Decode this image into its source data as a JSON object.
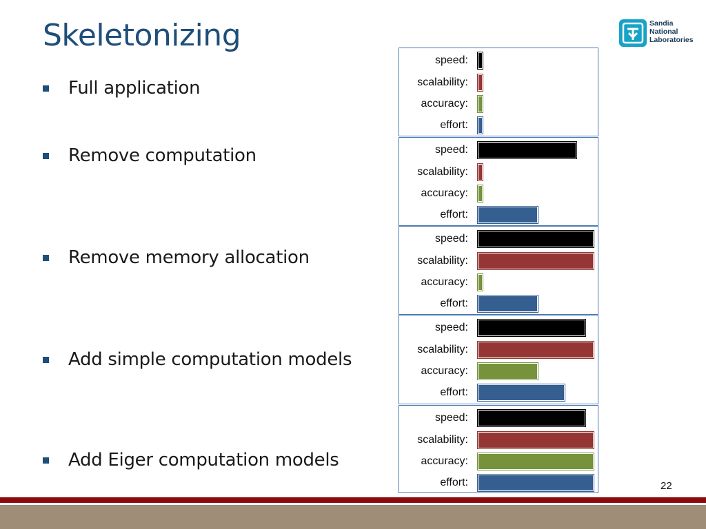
{
  "slide": {
    "title": "Skeletonizing",
    "page_number": "22",
    "logo": {
      "line1": "Sandia",
      "line2": "National",
      "line3": "Laboratories",
      "icon": "sandia-thunderbird-icon"
    },
    "bullets": [
      "Full application",
      "Remove computation",
      "Remove memory allocation",
      "Add simple computation models",
      "Add Eiger computation models"
    ],
    "colors": {
      "speed": "#000000",
      "scalability": "#943634",
      "accuracy": "#76923c",
      "effort": "#365f91",
      "title": "#1f4e79",
      "footer_band": "#8b0a0a",
      "footer": "#a08d78"
    }
  },
  "chart_data": [
    {
      "type": "bar",
      "orientation": "horizontal",
      "categories": [
        "speed:",
        "scalability:",
        "accuracy:",
        "effort:"
      ],
      "values": [
        0.04,
        0.04,
        0.04,
        0.04
      ],
      "xlim": [
        0,
        1
      ],
      "grid": false
    },
    {
      "type": "bar",
      "orientation": "horizontal",
      "categories": [
        "speed:",
        "scalability:",
        "accuracy:",
        "effort:"
      ],
      "values": [
        0.85,
        0.04,
        0.04,
        0.52
      ],
      "xlim": [
        0,
        1
      ],
      "grid": false
    },
    {
      "type": "bar",
      "orientation": "horizontal",
      "categories": [
        "speed:",
        "scalability:",
        "accuracy:",
        "effort:"
      ],
      "values": [
        1.0,
        1.0,
        0.04,
        0.52
      ],
      "xlim": [
        0,
        1
      ],
      "grid": false
    },
    {
      "type": "bar",
      "orientation": "horizontal",
      "categories": [
        "speed:",
        "scalability:",
        "accuracy:",
        "effort:"
      ],
      "values": [
        0.93,
        1.0,
        0.52,
        0.75
      ],
      "xlim": [
        0,
        1
      ],
      "grid": false
    },
    {
      "type": "bar",
      "orientation": "horizontal",
      "categories": [
        "speed:",
        "scalability:",
        "accuracy:",
        "effort:"
      ],
      "values": [
        0.93,
        1.0,
        1.0,
        1.0
      ],
      "xlim": [
        0,
        1
      ],
      "grid": false
    }
  ]
}
